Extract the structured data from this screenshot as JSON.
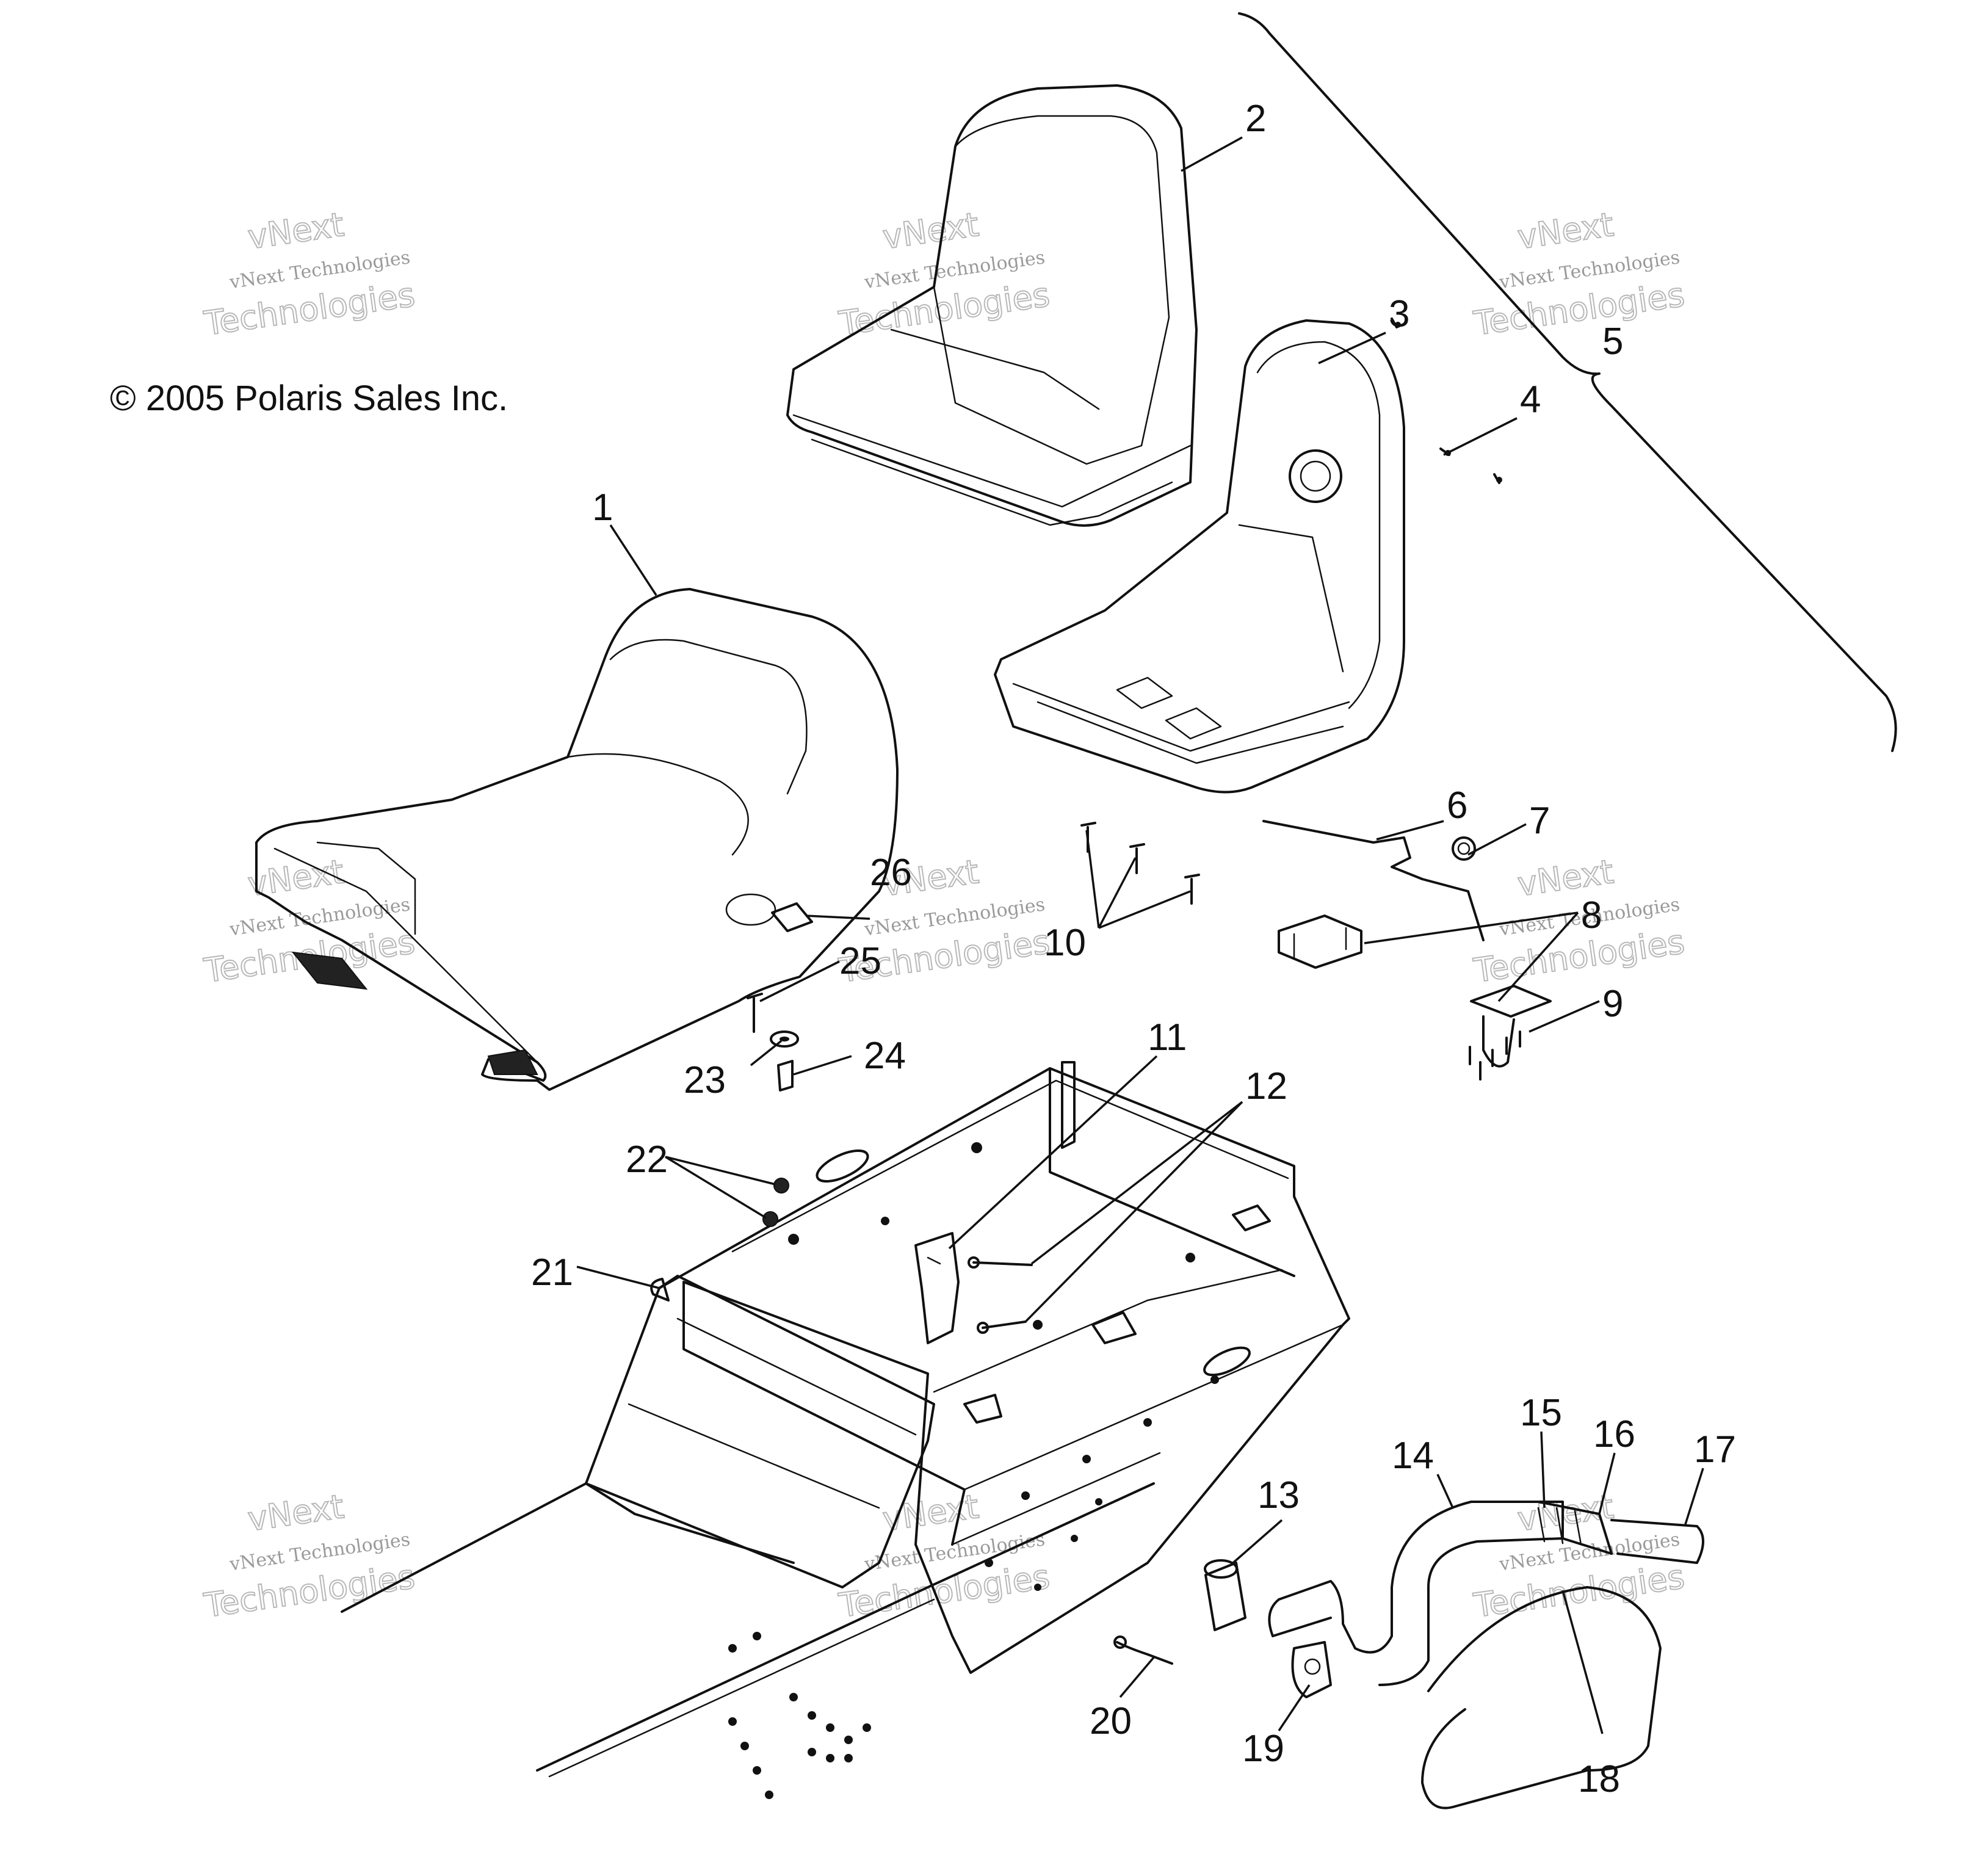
{
  "copyright": "© 2005 Polaris Sales Inc.",
  "watermark": {
    "small_text": "vNext Technologies",
    "large_line1": "vNext",
    "large_line2": "Technologies"
  },
  "callouts": [
    "1",
    "2",
    "3",
    "4",
    "5",
    "6",
    "7",
    "8",
    "9",
    "10",
    "11",
    "12",
    "13",
    "14",
    "15",
    "16",
    "17",
    "18",
    "19",
    "20",
    "21",
    "22",
    "23",
    "24",
    "25",
    "26"
  ]
}
